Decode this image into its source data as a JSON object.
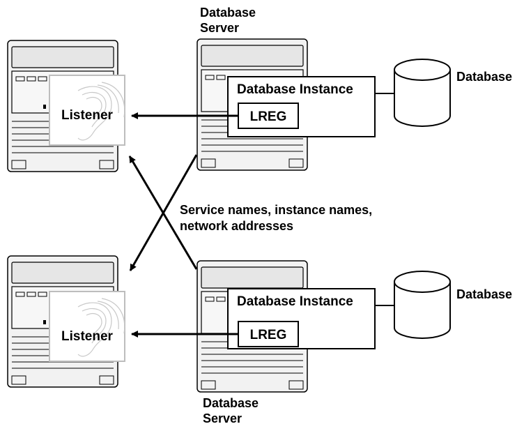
{
  "top_server_label": [
    "Database",
    "Server"
  ],
  "bottom_server_label": [
    "Database",
    "Server"
  ],
  "top": {
    "instance_label": "Database Instance",
    "process_label": "LREG",
    "database_label": "Database",
    "listener_label": "Listener"
  },
  "bottom": {
    "instance_label": "Database Instance",
    "process_label": "LREG",
    "database_label": "Database",
    "listener_label": "Listener"
  },
  "registration_info": [
    "Service names, instance names,",
    "network addresses"
  ],
  "icons": [
    "server-tower-icon",
    "listener-ear-icon",
    "database-cylinder-icon"
  ]
}
